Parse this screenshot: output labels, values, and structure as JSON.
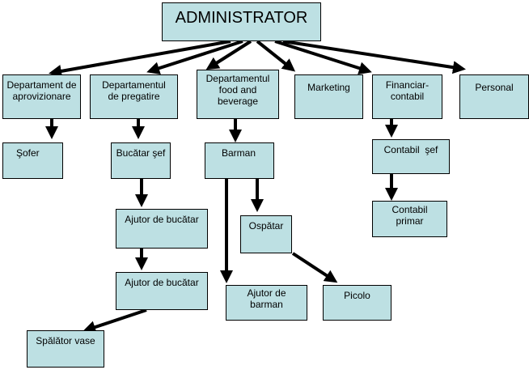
{
  "nodes": {
    "admin": "ADMINISTRATOR",
    "aprov": "Departament de aprovizionare",
    "pregatire": "Departamentul de pregatire",
    "fnb": "Departamentul food and beverage",
    "marketing": "Marketing",
    "financiar": "Financiar-contabil",
    "personal": "Personal",
    "sofer": "Şofer",
    "bucatar_sef": "Bucătar şef",
    "barman": "Barman",
    "contabil_sef": "Contabil  şef",
    "ajutor1": "Ajutor de bucătar",
    "ospatar": "Ospătar",
    "contabil_primar": "Contabil primar",
    "ajutor2": "Ajutor de bucătar",
    "ajutor_barman": "Ajutor de barman",
    "picolo": "Picolo",
    "spalator": "Spălător vase"
  },
  "colors": {
    "box_fill": "#bde0e3",
    "arrow": "#000000"
  }
}
